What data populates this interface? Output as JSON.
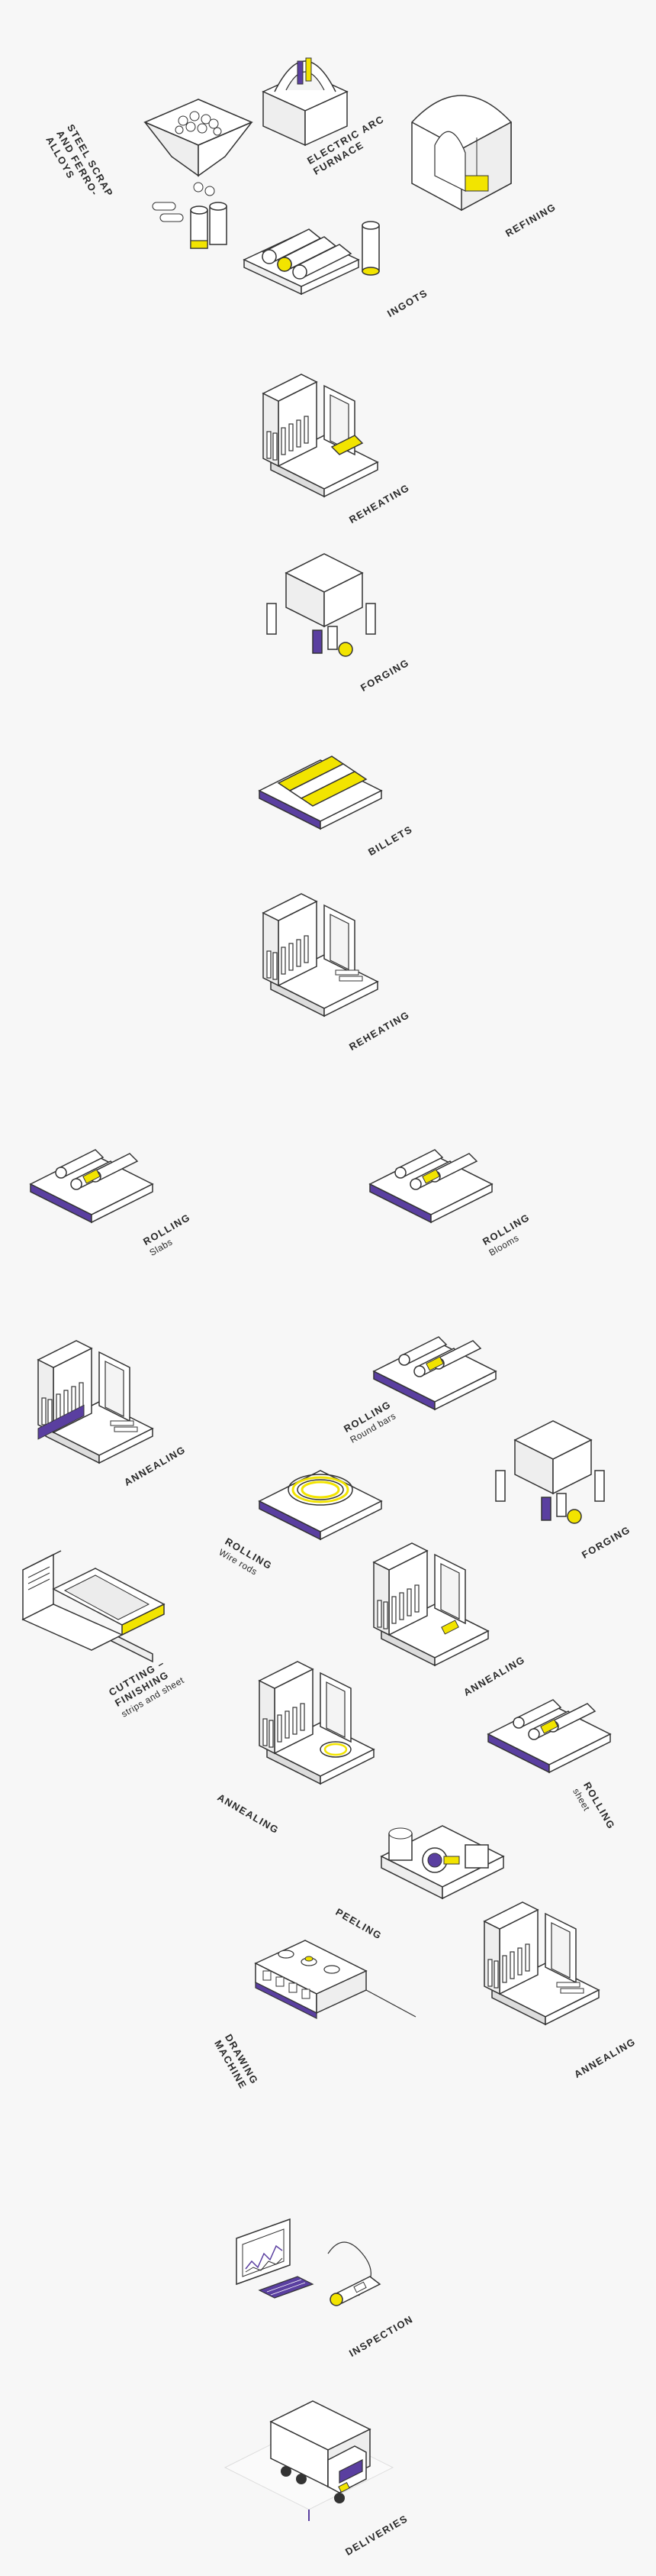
{
  "colors": {
    "accent_yellow": "#f2e400",
    "accent_purple": "#5a3fa0",
    "line": "#333333",
    "fill": "#ffffff",
    "shade": "#e6e6e6"
  },
  "steps": {
    "steel_scrap": {
      "title": "STEEL SCRAP AND FERRO-ALLOYS"
    },
    "electric_arc": {
      "title": "ELECTRIC ARC FURNACE"
    },
    "refining": {
      "title": "REFINING"
    },
    "ingots": {
      "title": "INGOTS"
    },
    "reheating_1": {
      "title": "REHEATING"
    },
    "forging_1": {
      "title": "FORGING"
    },
    "billets": {
      "title": "BILLETS"
    },
    "reheating_2": {
      "title": "REHEATING"
    },
    "rolling_slabs": {
      "title": "ROLLING",
      "sub": "Slabs"
    },
    "rolling_blooms": {
      "title": "ROLLING",
      "sub": "Blooms"
    },
    "annealing_1": {
      "title": "ANNEALING"
    },
    "rolling_round": {
      "title": "ROLLING",
      "sub": "Round bars"
    },
    "rolling_wire": {
      "title": "ROLLING",
      "sub": "Wire rods"
    },
    "forging_2": {
      "title": "FORGING"
    },
    "cutting": {
      "title": "CUTTING – FINISHING",
      "sub": "strips and sheet"
    },
    "annealing_2": {
      "title": "ANNEALING"
    },
    "annealing_3": {
      "title": "ANNEALING"
    },
    "rolling_sheet": {
      "title": "ROLLING",
      "sub": "sheet"
    },
    "peeling": {
      "title": "PEELING"
    },
    "drawing": {
      "title": "DRAWING MACHINE"
    },
    "annealing_4": {
      "title": "ANNEALING"
    },
    "inspection": {
      "title": "INSPECTION"
    },
    "deliveries": {
      "title": "DELIVERIES"
    }
  }
}
